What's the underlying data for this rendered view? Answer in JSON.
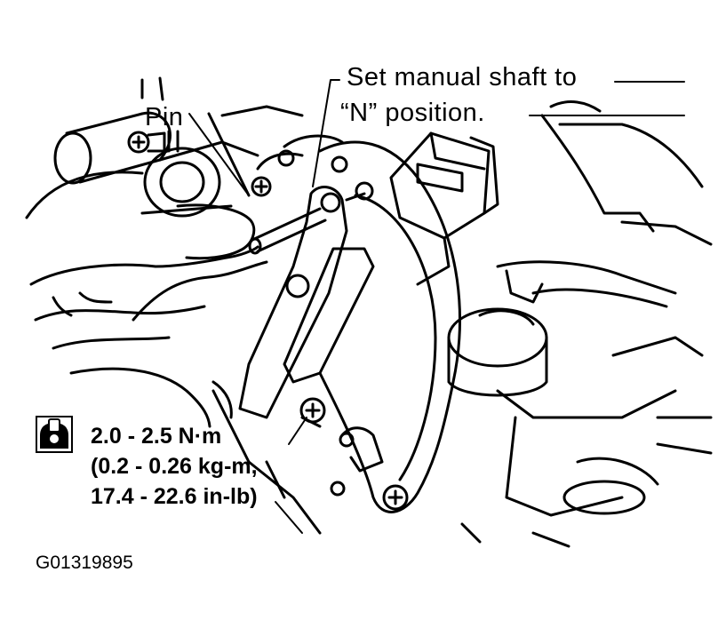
{
  "labels": {
    "pin": "Pin",
    "instruction_line1": "Set manual shaft to",
    "instruction_line2": "“N” position.",
    "torque_line1": "2.0 - 2.5 N·m",
    "torque_line2": "(0.2 - 0.26 kg-m,",
    "torque_line3": "17.4 - 22.6 in-lb)",
    "figure_id": "G01319895"
  },
  "icons": {
    "torque": "torque-wrench-icon"
  },
  "colors": {
    "ink": "#000000",
    "paper": "#ffffff"
  }
}
